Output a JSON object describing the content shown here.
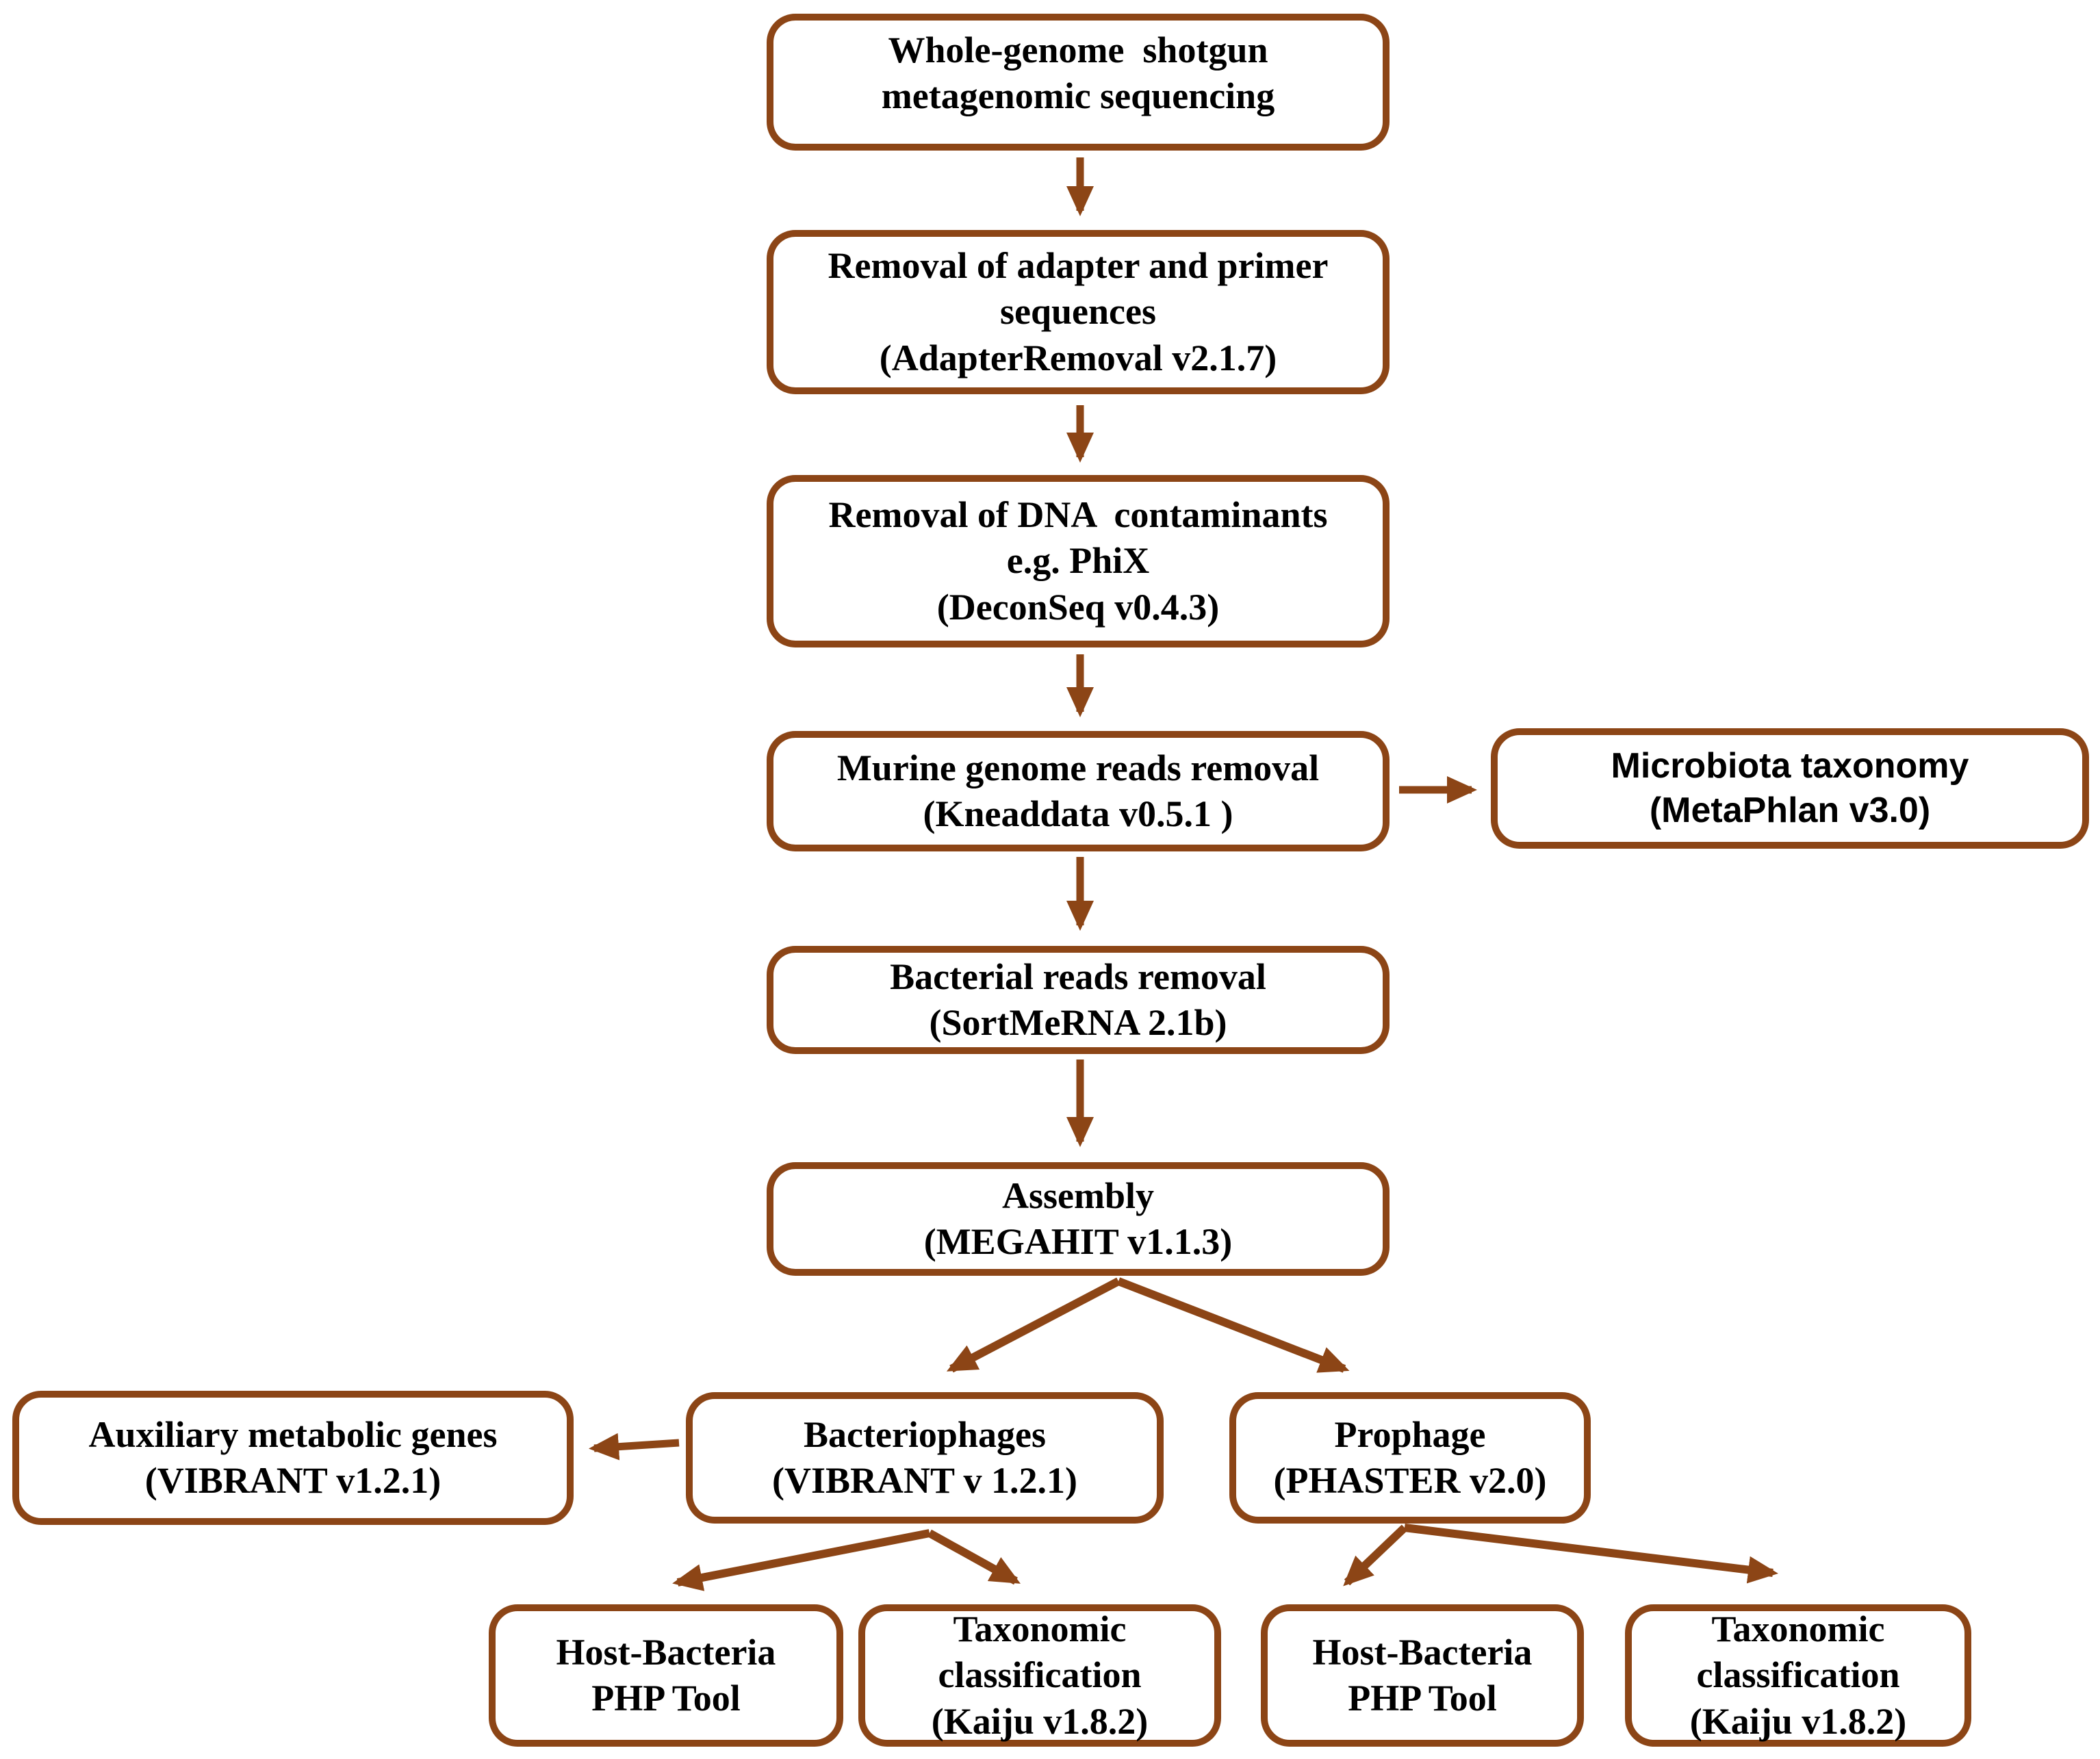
{
  "figure": {
    "type": "flowchart",
    "background": "#ffffff",
    "accent_color": "#8C4516",
    "text_color": "#000000"
  },
  "nodes": {
    "wgs": {
      "lines": [
        "Whole-genome  shotgun",
        "metagenomic sequencing"
      ]
    },
    "adapter": {
      "lines": [
        "Removal of adapter and primer",
        "sequences",
        "(AdapterRemoval v2.1.7)"
      ]
    },
    "decon": {
      "lines": [
        "Removal of DNA  contaminants",
        "e.g. PhiX",
        "(DeconSeq v0.4.3)"
      ]
    },
    "murine": {
      "lines": [
        "Murine genome reads removal",
        "(Kneaddata v0.5.1 )"
      ]
    },
    "microbiota": {
      "lines": [
        "Microbiota taxonomy",
        "(MetaPhlan v3.0)"
      ]
    },
    "bacterial": {
      "lines": [
        "Bacterial reads removal",
        "(SortMeRNA 2.1b)"
      ]
    },
    "assembly": {
      "lines": [
        "Assembly",
        "(MEGAHIT v1.1.3)"
      ]
    },
    "aux": {
      "lines": [
        "Auxiliary metabolic genes",
        "(VIBRANT v1.2.1)"
      ]
    },
    "phages": {
      "lines": [
        "Bacteriophages",
        "(VIBRANT v 1.2.1)"
      ]
    },
    "prophage": {
      "lines": [
        "Prophage",
        "(PHASTER v2.0)"
      ]
    },
    "hb1": {
      "lines": [
        "Host-Bacteria",
        "PHP Tool"
      ]
    },
    "tax1": {
      "lines": [
        "Taxonomic",
        "classification",
        "(Kaiju v1.8.2)"
      ]
    },
    "hb2": {
      "lines": [
        "Host-Bacteria",
        "PHP Tool"
      ]
    },
    "tax2": {
      "lines": [
        "Taxonomic",
        "classification",
        "(Kaiju v1.8.2)"
      ]
    }
  }
}
